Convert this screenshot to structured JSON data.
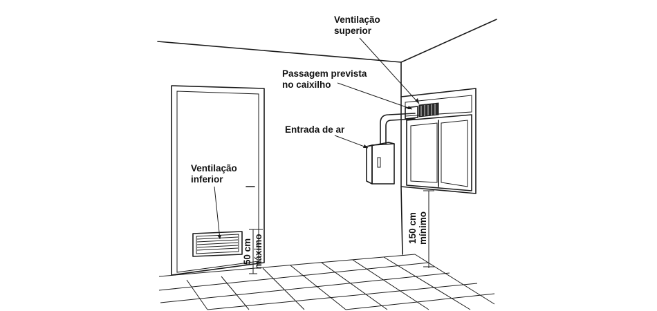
{
  "labels": {
    "ventilacao_superior": [
      "Ventilação",
      "superior"
    ],
    "passagem": [
      "Passagem prevista",
      "no caixilho"
    ],
    "entrada_ar": "Entrada de ar",
    "ventilacao_inferior": [
      "Ventilação",
      "inferior"
    ],
    "dim_150": [
      "150 cm",
      "mínimo"
    ],
    "dim_50": [
      "50 cm",
      "máximo"
    ]
  },
  "colors": {
    "line": "#1a1a1a",
    "background": "#ffffff"
  }
}
